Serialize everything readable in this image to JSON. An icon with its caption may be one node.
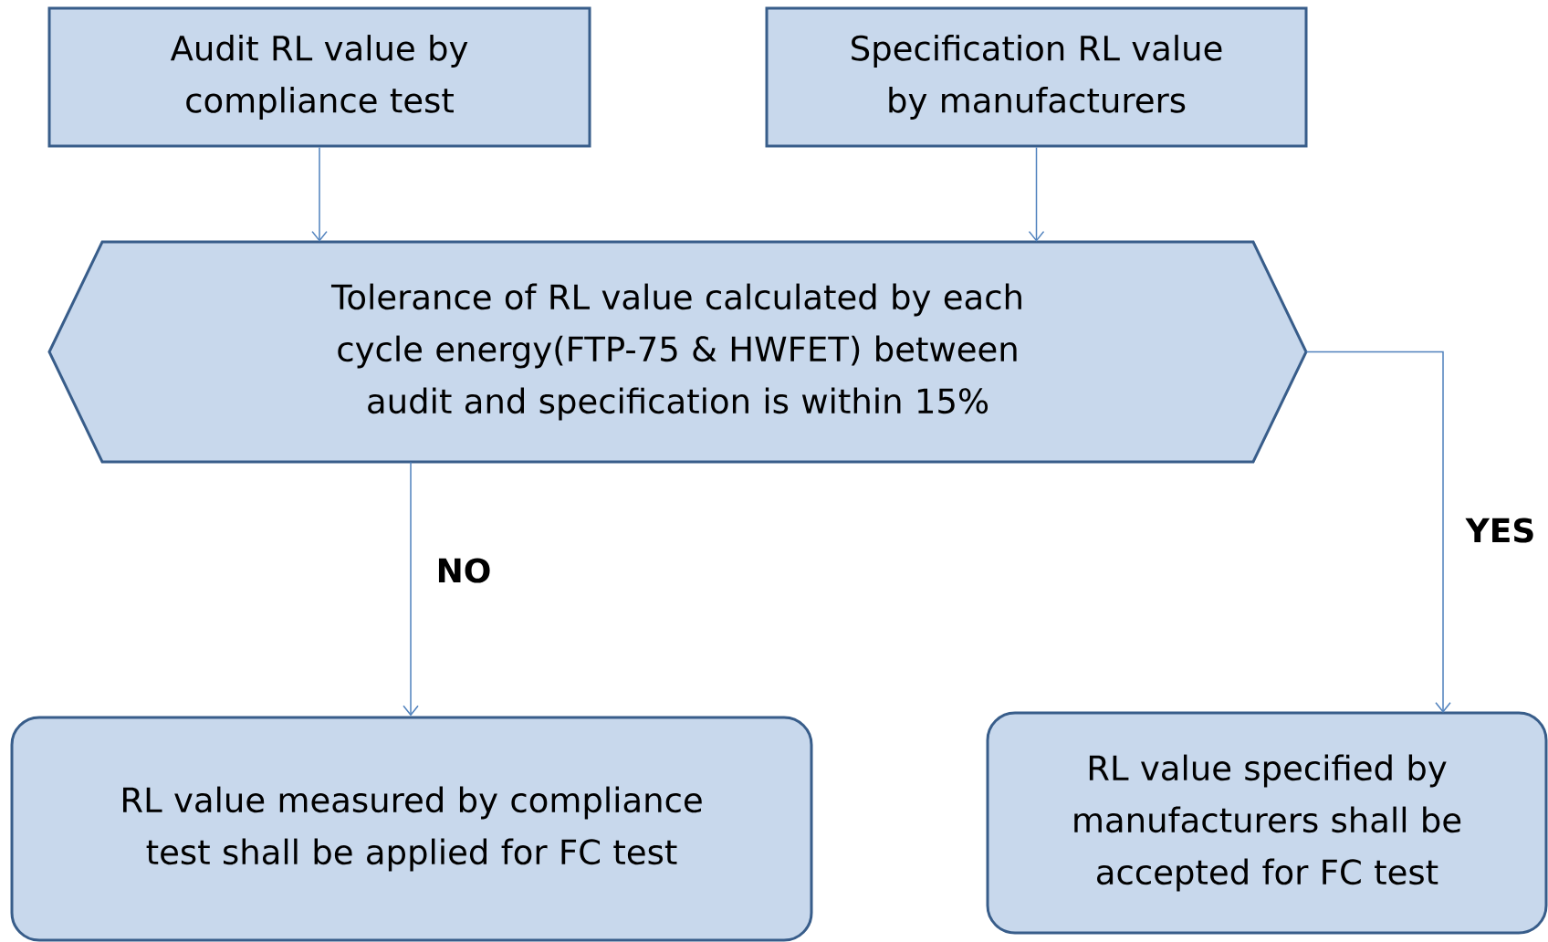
{
  "diagram": {
    "nodes": [
      {
        "text": [
          "Audit RL value by compliance test"
        ]
      },
      {
        "text": [
          "Specification RL value by manufacturers"
        ]
      },
      {
        "text": [
          "Tolerance of RL value calculated by each cycle energy(FTP-75 & HWFET) between audit and specification is within 15%"
        ]
      },
      {
        "text": [
          "RL value measured by compliance test shall be applied for FC test"
        ]
      },
      {
        "text": [
          "RL value  specified by manufacturers shall be accepted for FC test"
        ]
      }
    ],
    "edges": [
      {
        "from": 0,
        "to": 2,
        "arrow": "to"
      },
      {
        "from": 1,
        "to": 2,
        "arrow": "to"
      },
      {
        "from": 2,
        "to": 3,
        "arrow": "to",
        "label": "NO"
      },
      {
        "from": 2,
        "to": 4,
        "arrow": "to",
        "label": "YES"
      }
    ]
  }
}
